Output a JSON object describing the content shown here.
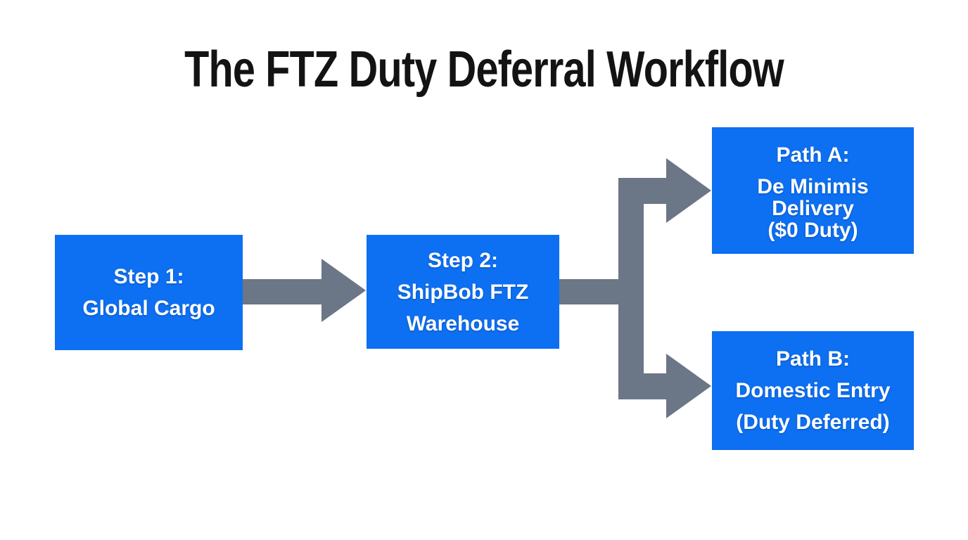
{
  "title": "The FTZ Duty Deferral Workflow",
  "colors": {
    "box_blue": "#0d6ff2",
    "arrow_gray": "#6b7686",
    "title_color": "#131313",
    "box_text": "#ffffff",
    "bg": "#ffffff"
  },
  "nodes": [
    {
      "id": "step1",
      "label": "Step 1:",
      "lines": [
        "Global Cargo"
      ]
    },
    {
      "id": "step2",
      "label": "Step 2:",
      "lines": [
        "ShipBob FTZ",
        "Warehouse"
      ]
    },
    {
      "id": "path-a",
      "label": "Path A:",
      "lines": [
        "De Minimis",
        "Delivery",
        "($0 Duty)"
      ]
    },
    {
      "id": "path-b",
      "label": "Path B:",
      "lines": [
        "Domestic Entry",
        "(Duty Deferred)"
      ]
    }
  ],
  "edges": [
    {
      "from": "step1",
      "to": "step2"
    },
    {
      "from": "step2",
      "to": "path-a"
    },
    {
      "from": "step2",
      "to": "path-b"
    }
  ]
}
